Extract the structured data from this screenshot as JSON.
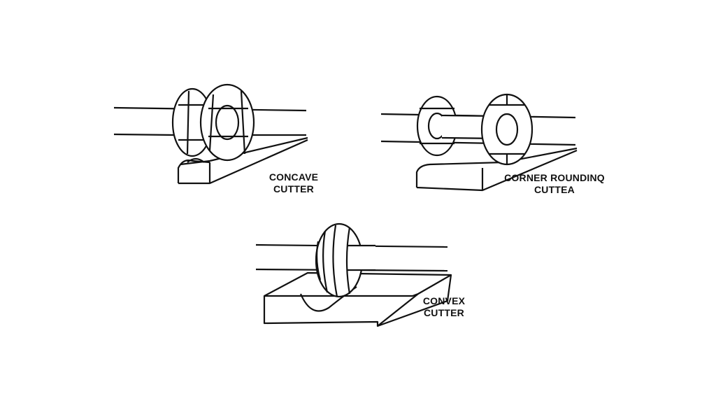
{
  "labels": {
    "concave": [
      "CONCAVE",
      "CUTTER"
    ],
    "corner": [
      "CORNER ROUNDINQ",
      "CUTTEA"
    ],
    "convex": [
      "CONVEX",
      "CUTTER"
    ]
  }
}
